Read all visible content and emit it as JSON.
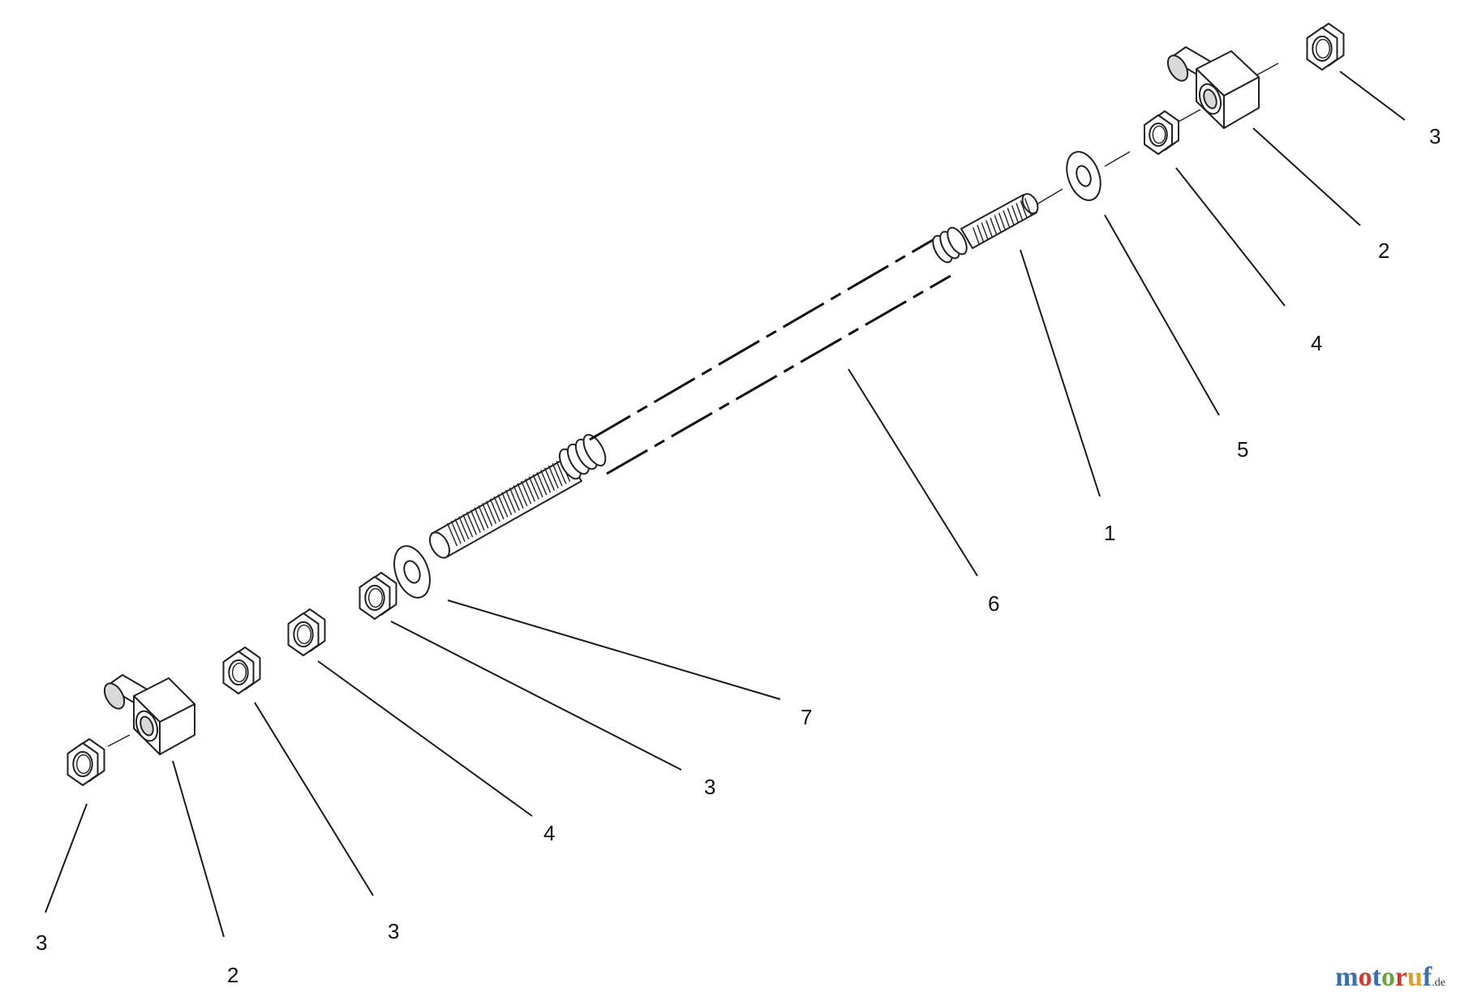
{
  "diagram": {
    "callouts": [
      {
        "key": "c3_top_right",
        "text": "3"
      },
      {
        "key": "c2_top_right",
        "text": "2"
      },
      {
        "key": "c4_right",
        "text": "4"
      },
      {
        "key": "c5_right",
        "text": "5"
      },
      {
        "key": "c1_right",
        "text": "1"
      },
      {
        "key": "c6_mid",
        "text": "6"
      },
      {
        "key": "c7_mid",
        "text": "7"
      },
      {
        "key": "c3_mid",
        "text": "3"
      },
      {
        "key": "c4_left",
        "text": "4"
      },
      {
        "key": "c3_left_b",
        "text": "3"
      },
      {
        "key": "c2_left",
        "text": "2"
      },
      {
        "key": "c3_left_a",
        "text": "3"
      }
    ]
  },
  "watermark": {
    "text": "motoruf",
    "suffix": ".de",
    "colors": [
      "#3a6fb5",
      "#cf3b2c",
      "#3a6fb5",
      "#6aa33a",
      "#cf3b2c",
      "#e0a020",
      "#3a6fb5"
    ]
  }
}
